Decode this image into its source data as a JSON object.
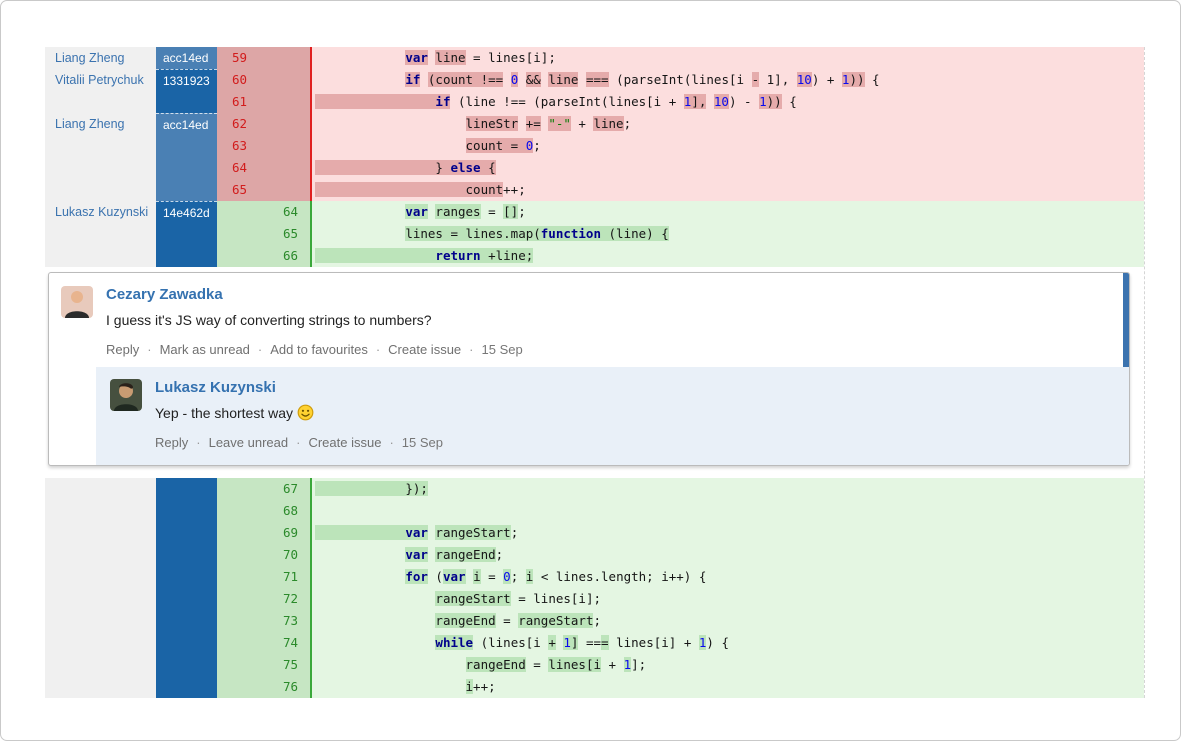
{
  "colors": {
    "commit_light": "#4a80b4",
    "commit_dark": "#1a64a6",
    "del_code_bg": "#fcdede",
    "del_hl": "#e5abab",
    "del_gutter": "#dda6a6",
    "add_code_bg": "#e4f6e2",
    "add_hl": "#bce4ba",
    "add_gutter": "#c6e6c3",
    "del_divider": "#e02020",
    "add_divider": "#3aa83a",
    "name_blue": "#3572b0",
    "reply_bg": "#e9f0f8"
  },
  "comments": {
    "root": {
      "author": "Cezary Zawadka",
      "body": "I guess it's JS way of converting strings to numbers?",
      "actions": [
        "Reply",
        "Mark as unread",
        "Add to favourites",
        "Create issue"
      ],
      "date": "15 Sep"
    },
    "reply": {
      "author": "Lukasz Kuzynski",
      "body": "Yep - the shortest way",
      "emoji": "smiley-emoji",
      "actions": [
        "Reply",
        "Leave unread",
        "Create issue"
      ],
      "date": "15 Sep"
    }
  },
  "diff": {
    "top_rows": [
      {
        "a": "Liang Zheng",
        "c": "acc14ed",
        "cs": "light",
        "old": "59",
        "new": "",
        "t": "del",
        "segs": [
          [
            "            "
          ],
          [
            "var",
            "k",
            1
          ],
          [
            " "
          ],
          [
            "line",
            "",
            1
          ],
          [
            " = lines[i];"
          ]
        ]
      },
      {
        "a": "Vitalii Petrychuk",
        "c": "1331923",
        "cs": "dark",
        "sep": 1,
        "old": "60",
        "new": "",
        "t": "del",
        "segs": [
          [
            "            "
          ],
          [
            "if",
            "k",
            1
          ],
          [
            " "
          ],
          [
            "(count !==",
            "",
            1
          ],
          [
            " "
          ],
          [
            "0",
            "n",
            1
          ],
          [
            " "
          ],
          [
            "&&",
            "",
            1
          ],
          [
            " "
          ],
          [
            "line",
            "",
            1
          ],
          [
            " "
          ],
          [
            "===",
            "",
            1
          ],
          [
            " (parseInt(lines[i "
          ],
          [
            "-",
            "",
            1
          ],
          [
            " "
          ],
          [
            "1], "
          ],
          [
            "10",
            "n",
            1
          ],
          [
            ") + "
          ],
          [
            "1",
            "n",
            1
          ],
          [
            "))",
            "",
            1
          ],
          [
            " {"
          ]
        ]
      },
      {
        "a": "",
        "c": "",
        "cs": "dark",
        "old": "61",
        "new": "",
        "t": "del",
        "segs": [
          [
            "                ",
            "",
            1
          ],
          [
            "if",
            "k",
            1
          ],
          [
            " (line !== (parseInt(lines[i + "
          ],
          [
            "1",
            "n",
            1
          ],
          [
            "],",
            "",
            1
          ],
          [
            " "
          ],
          [
            "10",
            "n",
            1
          ],
          [
            ") - "
          ],
          [
            "1",
            "n",
            1
          ],
          [
            "))",
            "",
            1
          ],
          [
            " {"
          ]
        ]
      },
      {
        "a": "Liang Zheng",
        "c": "acc14ed",
        "cs": "light",
        "sep": 1,
        "old": "62",
        "new": "",
        "t": "del",
        "segs": [
          [
            "                    "
          ],
          [
            "lineStr",
            "",
            1
          ],
          [
            " "
          ],
          [
            "+=",
            "",
            1
          ],
          [
            " "
          ],
          [
            "\"-\"",
            "s",
            1
          ],
          [
            " + "
          ],
          [
            "line",
            "",
            1
          ],
          [
            ";"
          ]
        ]
      },
      {
        "a": "",
        "c": "",
        "cs": "light",
        "old": "63",
        "new": "",
        "t": "del",
        "segs": [
          [
            "                    "
          ],
          [
            "count = ",
            "",
            1
          ],
          [
            "0",
            "n",
            1
          ],
          [
            ";"
          ]
        ]
      },
      {
        "a": "",
        "c": "",
        "cs": "light",
        "old": "64",
        "new": "",
        "t": "del",
        "segs": [
          [
            "                ",
            "",
            1
          ],
          [
            "} ",
            "",
            1
          ],
          [
            "else",
            "k",
            1
          ],
          [
            " {",
            "",
            1
          ]
        ]
      },
      {
        "a": "",
        "c": "",
        "cs": "light",
        "old": "65",
        "new": "",
        "t": "del",
        "segs": [
          [
            "                    ",
            "",
            1
          ],
          [
            "count",
            "",
            1
          ],
          [
            "++;"
          ]
        ]
      },
      {
        "a": "Lukasz Kuzynski",
        "c": "14e462d",
        "cs": "dark",
        "sep": 1,
        "old": "",
        "new": "64",
        "t": "add",
        "segs": [
          [
            "            "
          ],
          [
            "var",
            "k",
            1
          ],
          [
            " "
          ],
          [
            "ranges",
            "",
            1
          ],
          [
            " = "
          ],
          [
            "[]",
            "",
            1
          ],
          [
            ";"
          ]
        ]
      },
      {
        "a": "",
        "c": "",
        "cs": "dark",
        "old": "",
        "new": "65",
        "t": "add",
        "segs": [
          [
            "            "
          ],
          [
            "lines = lines.map(",
            "",
            1
          ],
          [
            "function",
            "k",
            1
          ],
          [
            " (line) {",
            "",
            1
          ]
        ]
      },
      {
        "a": "",
        "c": "",
        "cs": "dark",
        "old": "",
        "new": "66",
        "t": "add",
        "segs": [
          [
            "                ",
            "",
            1
          ],
          [
            "return",
            "k",
            1
          ],
          [
            " +line;",
            "",
            1
          ]
        ]
      }
    ],
    "bottom_rows": [
      {
        "a": "",
        "c": "",
        "cs": "dark",
        "old": "",
        "new": "67",
        "t": "add",
        "segs": [
          [
            "            ",
            "",
            1
          ],
          [
            "});",
            "",
            1
          ]
        ]
      },
      {
        "a": "",
        "c": "",
        "cs": "dark",
        "old": "",
        "new": "68",
        "t": "add",
        "segs": [
          [
            ""
          ]
        ]
      },
      {
        "a": "",
        "c": "",
        "cs": "dark",
        "old": "",
        "new": "69",
        "t": "add",
        "segs": [
          [
            "            ",
            "",
            1
          ],
          [
            "var",
            "k",
            1
          ],
          [
            " "
          ],
          [
            "rangeStart",
            "",
            1
          ],
          [
            ";"
          ]
        ]
      },
      {
        "a": "",
        "c": "",
        "cs": "dark",
        "old": "",
        "new": "70",
        "t": "add",
        "segs": [
          [
            "            "
          ],
          [
            "var",
            "k",
            1
          ],
          [
            " "
          ],
          [
            "rangeEnd",
            "",
            1
          ],
          [
            ";"
          ]
        ]
      },
      {
        "a": "",
        "c": "",
        "cs": "dark",
        "old": "",
        "new": "71",
        "t": "add",
        "segs": [
          [
            "            "
          ],
          [
            "for",
            "k",
            1
          ],
          [
            " ("
          ],
          [
            "var",
            "k",
            1
          ],
          [
            " "
          ],
          [
            "i",
            "",
            1
          ],
          [
            " = "
          ],
          [
            "0",
            "n",
            1
          ],
          [
            "; "
          ],
          [
            "i",
            "",
            1
          ],
          [
            " < lines.length; i++) {"
          ]
        ]
      },
      {
        "a": "",
        "c": "",
        "cs": "dark",
        "old": "",
        "new": "72",
        "t": "add",
        "segs": [
          [
            "                "
          ],
          [
            "rangeStart",
            "",
            1
          ],
          [
            " = lines[i];"
          ]
        ]
      },
      {
        "a": "",
        "c": "",
        "cs": "dark",
        "old": "",
        "new": "73",
        "t": "add",
        "segs": [
          [
            "                "
          ],
          [
            "rangeEnd",
            "",
            1
          ],
          [
            " = "
          ],
          [
            "rangeStart",
            "",
            1
          ],
          [
            ";"
          ]
        ]
      },
      {
        "a": "",
        "c": "",
        "cs": "dark",
        "old": "",
        "new": "74",
        "t": "add",
        "segs": [
          [
            "                "
          ],
          [
            "while",
            "k",
            1
          ],
          [
            " (lines[i "
          ],
          [
            "+",
            "",
            1
          ],
          [
            " "
          ],
          [
            "1",
            "n",
            1
          ],
          [
            "]",
            "",
            1
          ],
          [
            " =="
          ],
          [
            "=",
            "",
            1
          ],
          [
            " lines[i] + "
          ],
          [
            "1",
            "n",
            1
          ],
          [
            ") {"
          ]
        ]
      },
      {
        "a": "",
        "c": "",
        "cs": "dark",
        "old": "",
        "new": "75",
        "t": "add",
        "segs": [
          [
            "                    "
          ],
          [
            "rangeEnd",
            "",
            1
          ],
          [
            " = "
          ],
          [
            "lines[i",
            "",
            1
          ],
          [
            " + "
          ],
          [
            "1",
            "n",
            1
          ],
          [
            "];"
          ]
        ]
      },
      {
        "a": "",
        "c": "",
        "cs": "dark",
        "old": "",
        "new": "76",
        "t": "add",
        "segs": [
          [
            "                    "
          ],
          [
            "i",
            "",
            1
          ],
          [
            "++;"
          ]
        ]
      }
    ]
  }
}
